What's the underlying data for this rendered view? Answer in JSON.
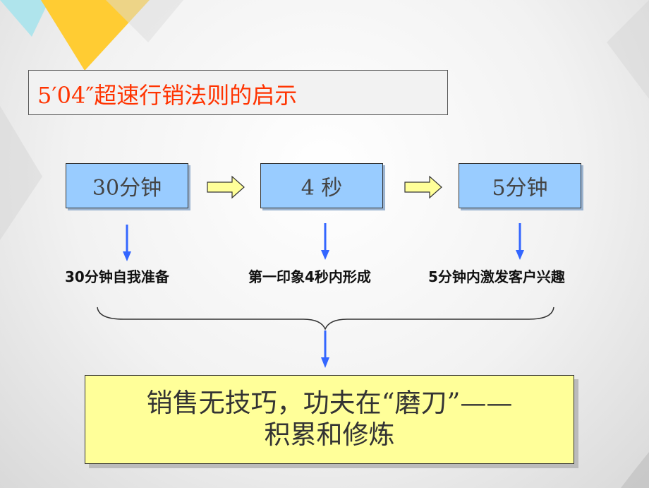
{
  "title": "5′04″超速行销法则的启示",
  "boxes": [
    "30分钟",
    "4 秒",
    "5分钟"
  ],
  "labels": [
    "30分钟自我准备",
    "第一印象4秒内形成",
    "5分钟内激发客户兴趣"
  ],
  "conclusion": {
    "line1": "销售无技巧，功夫在“磨刀”——",
    "line2": "积累和修炼"
  },
  "colors": {
    "title_text": "#ff3300",
    "box_fill": "#99ccff",
    "arrow_fill": "#ffff99",
    "down_arrow": "#3366ff",
    "conclusion_fill": "#ffff99",
    "deco_yellow": "#ffcc33",
    "deco_cyan": "#99e6f0"
  }
}
